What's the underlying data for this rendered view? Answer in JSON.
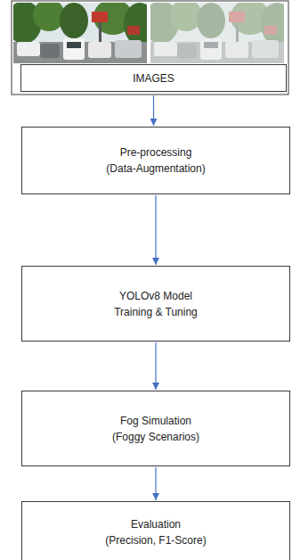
{
  "diagram": {
    "nodes": [
      {
        "text": [
          "IMAGES"
        ]
      },
      {
        "text": [
          "Pre-processing",
          "(Data-Augmentation)"
        ]
      },
      {
        "text": [
          "YOLOv8 Model",
          "Training & Tuning"
        ]
      },
      {
        "text": [
          "Fog Simulation",
          "(Foggy Scenarios)"
        ]
      },
      {
        "text": [
          "Evaluation",
          "(Precision, F1-Score)"
        ]
      }
    ],
    "edges": [
      {
        "from": 0,
        "to": 1,
        "arrow": "to"
      },
      {
        "from": 1,
        "to": 2,
        "arrow": "to"
      },
      {
        "from": 2,
        "to": 3,
        "arrow": "to"
      },
      {
        "from": 3,
        "to": 4,
        "arrow": "to"
      }
    ]
  }
}
